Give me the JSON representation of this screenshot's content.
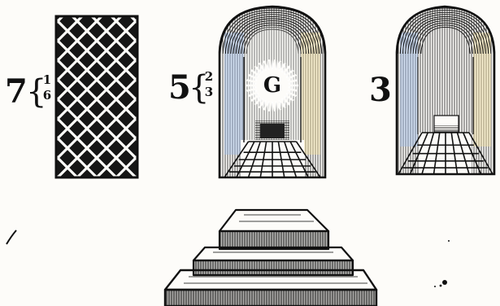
{
  "figures": {
    "lattice_panel": {
      "number": "7",
      "brace": "{",
      "fraction_top": "1",
      "fraction_bottom": "6"
    },
    "middle_chamber": {
      "number": "5",
      "brace": "{",
      "fraction_top": "2",
      "fraction_bottom": "3",
      "emblem_letter": "G"
    },
    "right_chamber": {
      "number": "3"
    }
  },
  "colors": {
    "ink": "#111111",
    "paper": "#fdfcf9",
    "glow": "#ffffff",
    "tint_blue": "#9fbfe8",
    "tint_yellow": "#f3e3a0"
  },
  "icons": [
    "lattice-grid-icon",
    "vaulted-chamber-icon",
    "glory-g-emblem-icon",
    "stepped-pedestal-icon"
  ]
}
